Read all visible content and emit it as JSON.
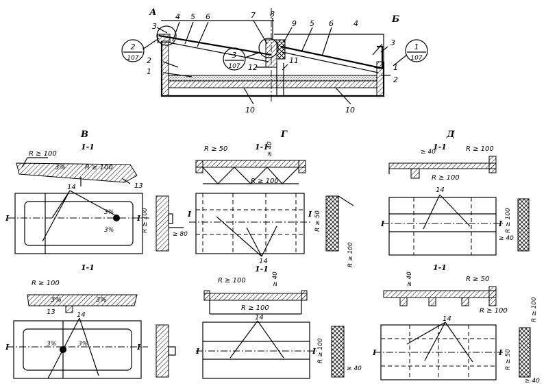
{
  "sections": {
    "A": "А",
    "B": "Б",
    "V": "В",
    "G": "Г",
    "D": "Д"
  },
  "section_cut": "1-1",
  "axis_label": "I",
  "callouts": {
    "c1": {
      "num": "1",
      "sheet": "107"
    },
    "c2": {
      "num": "2",
      "sheet": "107"
    },
    "c3": {
      "num": "3",
      "sheet": "107"
    }
  },
  "top_numbers": [
    "3",
    "4",
    "5",
    "6",
    "7",
    "8",
    "9",
    "5",
    "6",
    "4",
    "3",
    "2",
    "1",
    "12",
    "11",
    "1",
    "2",
    "10",
    "10"
  ],
  "dims": {
    "r100": "R ≥ 100",
    "r50": "R ≥ 50",
    "d40": "≥ 40",
    "d80": "≥ 80",
    "r100v": "R ≥ 100",
    "r50v": "R ≥ 50"
  },
  "slopes": {
    "s3": "3%"
  },
  "refs": {
    "n13": "13",
    "n14": "14"
  }
}
